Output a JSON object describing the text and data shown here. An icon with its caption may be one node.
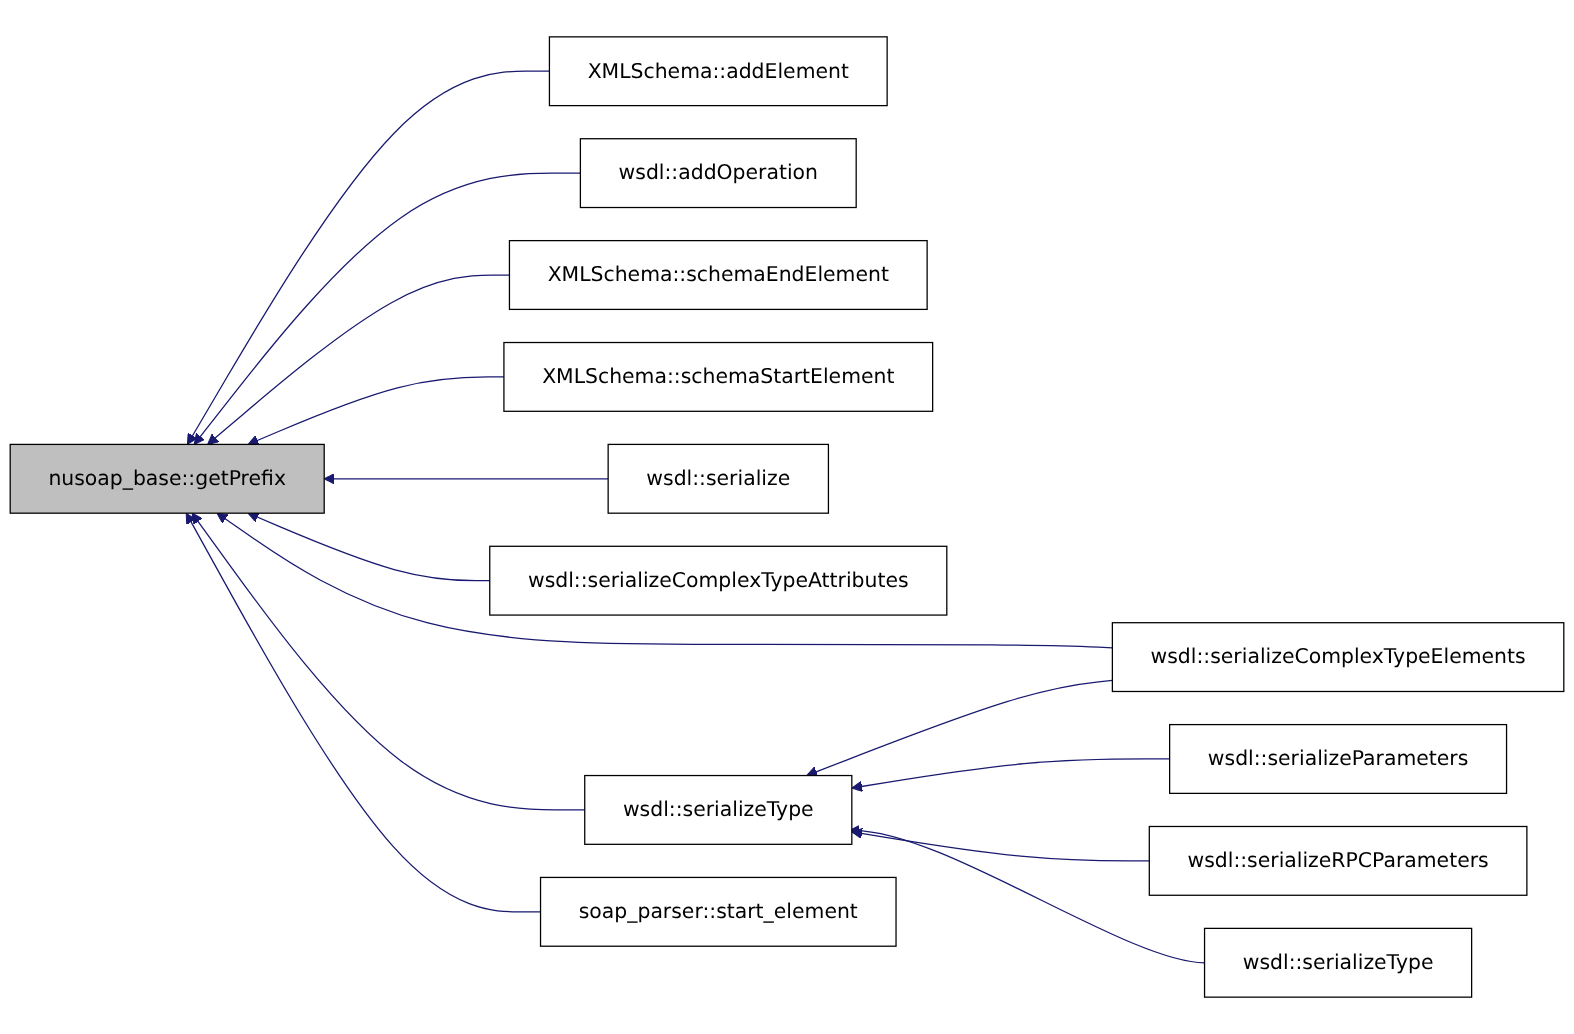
{
  "diagram": {
    "nodes": [
      {
        "text": [
          "nusoap_base::getPrefix"
        ]
      },
      {
        "text": [
          "XMLSchema::addElement"
        ]
      },
      {
        "text": [
          "wsdl::addOperation"
        ]
      },
      {
        "text": [
          "XMLSchema::schemaEndElement"
        ]
      },
      {
        "text": [
          "XMLSchema::schemaStartElement"
        ]
      },
      {
        "text": [
          "wsdl::serialize"
        ]
      },
      {
        "text": [
          "wsdl::serializeComplexTypeAttributes"
        ]
      },
      {
        "text": [
          "wsdl::serializeComplexTypeElements"
        ]
      },
      {
        "text": [
          "wsdl::serializeType"
        ]
      },
      {
        "text": [
          "wsdl::serializeParameters"
        ]
      },
      {
        "text": [
          "wsdl::serializeRPCParameters"
        ]
      },
      {
        "text": [
          "wsdl::serializeType"
        ]
      },
      {
        "text": [
          "soap_parser::start_element"
        ]
      }
    ],
    "edges": [
      {
        "from": 1,
        "to": 0,
        "arrow": "to"
      },
      {
        "from": 2,
        "to": 0,
        "arrow": "to"
      },
      {
        "from": 3,
        "to": 0,
        "arrow": "to"
      },
      {
        "from": 4,
        "to": 0,
        "arrow": "to"
      },
      {
        "from": 5,
        "to": 0,
        "arrow": "to"
      },
      {
        "from": 6,
        "to": 0,
        "arrow": "to"
      },
      {
        "from": 7,
        "to": 0,
        "arrow": "to"
      },
      {
        "from": 8,
        "to": 0,
        "arrow": "to"
      },
      {
        "from": 12,
        "to": 0,
        "arrow": "to"
      },
      {
        "from": 7,
        "to": 8,
        "arrow": "to"
      },
      {
        "from": 9,
        "to": 8,
        "arrow": "to"
      },
      {
        "from": 10,
        "to": 8,
        "arrow": "to"
      },
      {
        "from": 11,
        "to": 8,
        "arrow": "to"
      }
    ]
  }
}
